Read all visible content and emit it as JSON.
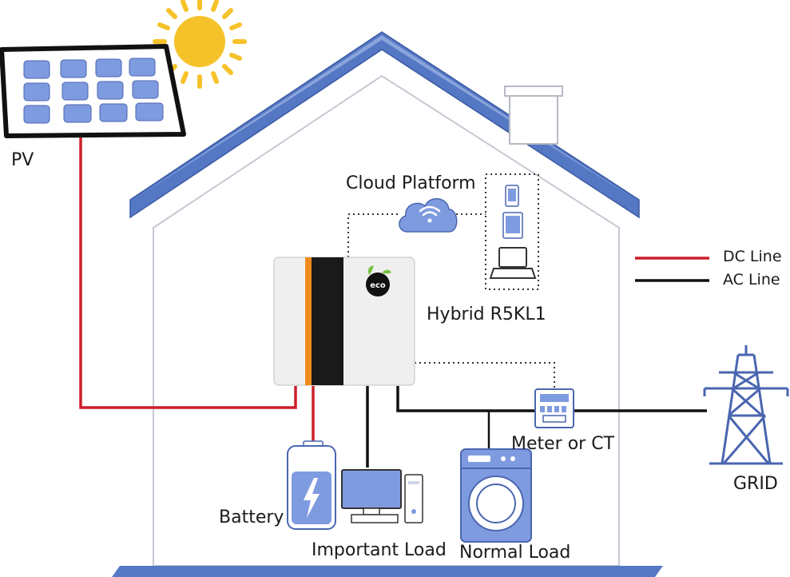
{
  "labels": {
    "pv": "PV",
    "cloud_platform": "Cloud Platform",
    "inverter_model": "Hybrid R5KL1",
    "meter": "Meter or CT",
    "grid": "GRID",
    "battery": "Battery",
    "important_load": "Important Load",
    "normal_load": "Normal Load"
  },
  "legend": [
    {
      "label": "DC Line",
      "color": "#cc1f2b"
    },
    {
      "label": "AC Line",
      "color": "#111111"
    }
  ],
  "inverter_logo": "eco",
  "colors": {
    "roof": "#5578c4",
    "device_blue": "#7f9be0",
    "dc_line": "#cc1f2b",
    "ac_line": "#111111",
    "sun": "#f6c22a",
    "inverter_accent": "#f08a1c"
  }
}
